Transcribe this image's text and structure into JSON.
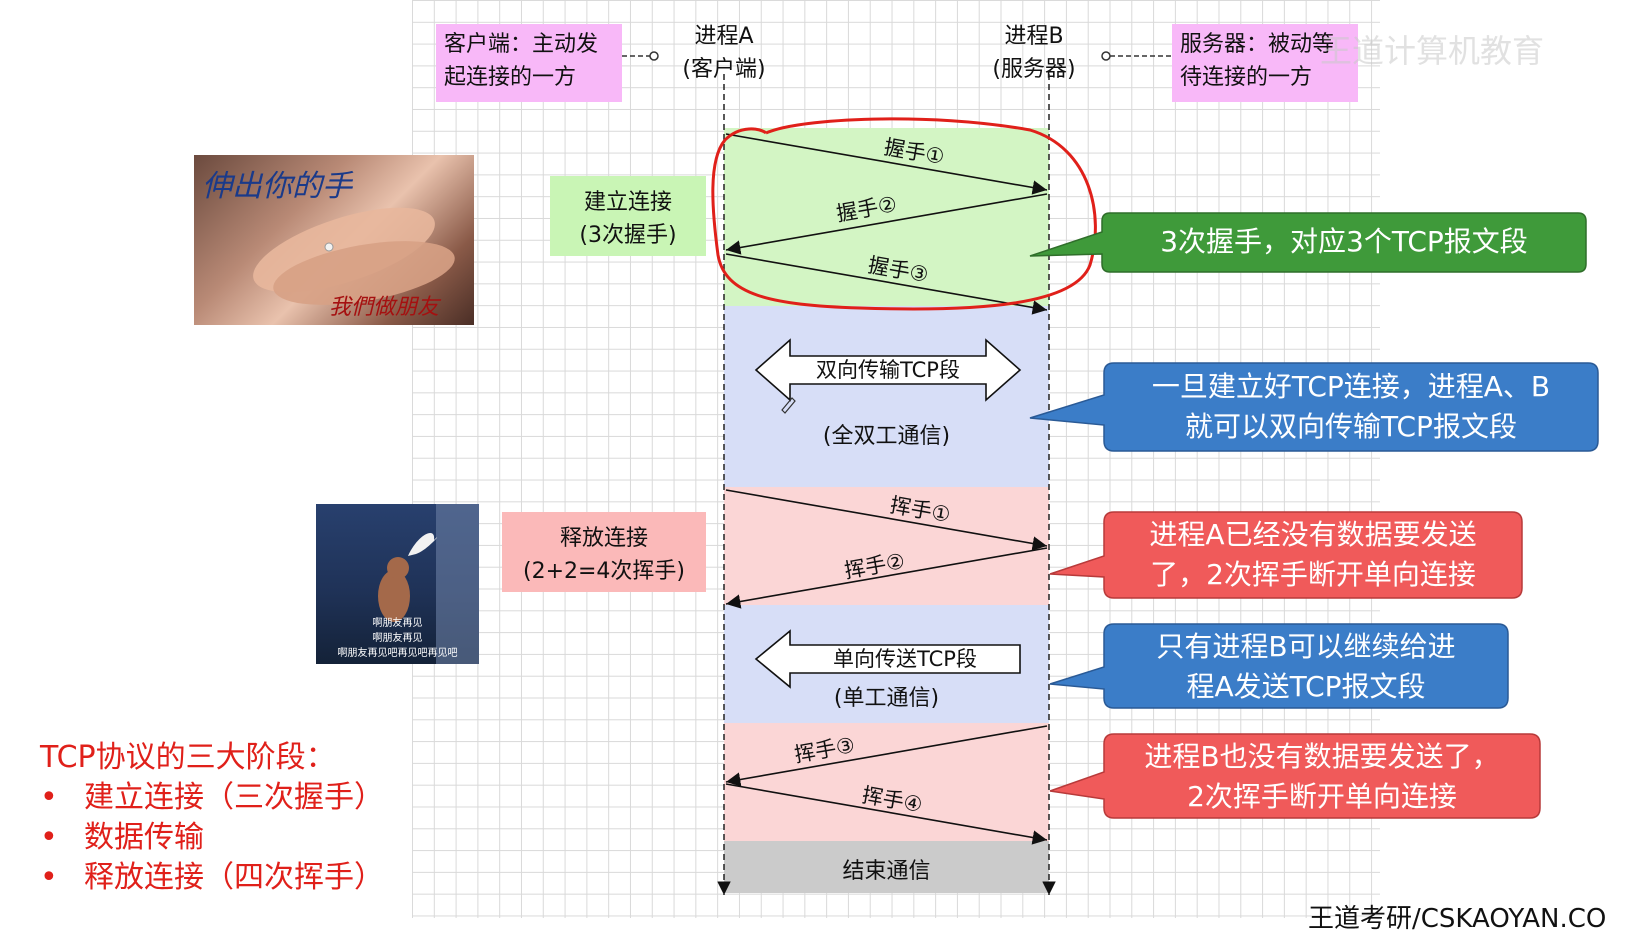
{
  "top": {
    "client_note": [
      "客户端：主动发",
      "起连接的一方"
    ],
    "process_a": [
      "进程A",
      "(客户端)"
    ],
    "process_b": [
      "进程B",
      "(服务器)"
    ],
    "server_note": [
      "服务器：被动等",
      "待连接的一方"
    ],
    "watermark": "王道计算机教育"
  },
  "phases": {
    "establish": [
      "建立连接",
      "(3次握手)"
    ],
    "release": [
      "释放连接",
      "(2+2=4次挥手)"
    ]
  },
  "handshakes": [
    "握手①",
    "握手②",
    "握手③"
  ],
  "waves": [
    "挥手①",
    "挥手②",
    "挥手③",
    "挥手④"
  ],
  "duplex": {
    "arrow_label": "双向传输TCP段",
    "caption": "(全双工通信)"
  },
  "simplex": {
    "arrow_label": "单向传送TCP段",
    "caption": "(单工通信)"
  },
  "end_label": "结束通信",
  "callouts": [
    {
      "lines": [
        "3次握手，对应3个TCP报文段"
      ],
      "color": "#3f9a3a"
    },
    {
      "lines": [
        "一旦建立好TCP连接，进程A、B",
        "就可以双向传输TCP报文段"
      ],
      "color": "#3b7dc8"
    },
    {
      "lines": [
        "进程A已经没有数据要发送",
        "了，2次挥手断开单向连接"
      ],
      "color": "#f05a5a"
    },
    {
      "lines": [
        "只有进程B可以继续给进",
        "程A发送TCP报文段"
      ],
      "color": "#3b7dc8"
    },
    {
      "lines": [
        "进程B也没有数据要发送了，",
        "2次挥手断开单向连接"
      ],
      "color": "#f05a5a"
    }
  ],
  "images": {
    "hands_caption_top": "伸出你的手",
    "hands_caption_bottom": "我們做朋友",
    "goodbye_lines": [
      "啊朋友再见",
      "啊朋友再见",
      "啊朋友再见吧再见吧再见吧"
    ]
  },
  "summary": {
    "title": "TCP协议的三大阶段：",
    "items": [
      "建立连接（三次握手）",
      "数据传输",
      "释放连接（四次挥手）"
    ],
    "bullet": "•"
  },
  "footer": "王道考研/CSKAOYAN.CO"
}
